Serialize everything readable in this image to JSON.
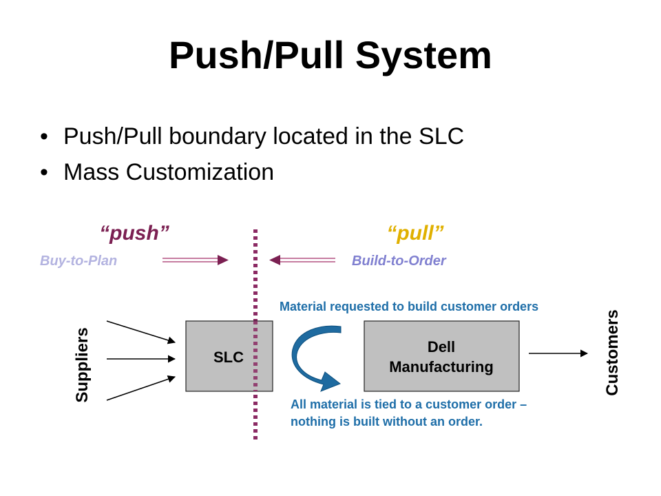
{
  "slide": {
    "title": "Push/Pull System",
    "bullets": [
      "Push/Pull boundary located in the SLC",
      "Mass Customization"
    ]
  },
  "diagram": {
    "push_label": "“push”",
    "push_sublabel": "Buy-to-Plan",
    "pull_label": "“pull”",
    "pull_sublabel": "Build-to-Order",
    "suppliers_label": "Suppliers",
    "customers_label": "Customers",
    "slc_box": "SLC",
    "dell_box_line1": "Dell",
    "dell_box_line2": "Manufacturing",
    "top_note": "Material requested to build customer orders",
    "bottom_note_line1": "All material is tied to a customer order –",
    "bottom_note_line2": "nothing is built without an order.",
    "colors": {
      "push_accent": "#7b2052",
      "push_sublabel": "#b3b3e0",
      "pull_accent": "#e0b000",
      "pull_sublabel": "#8080d0",
      "boundary": "#8b2a63",
      "note_text": "#1e6ea8",
      "box_fill": "#c0c0c0",
      "curve_arrow": "#1f6ba0"
    }
  }
}
